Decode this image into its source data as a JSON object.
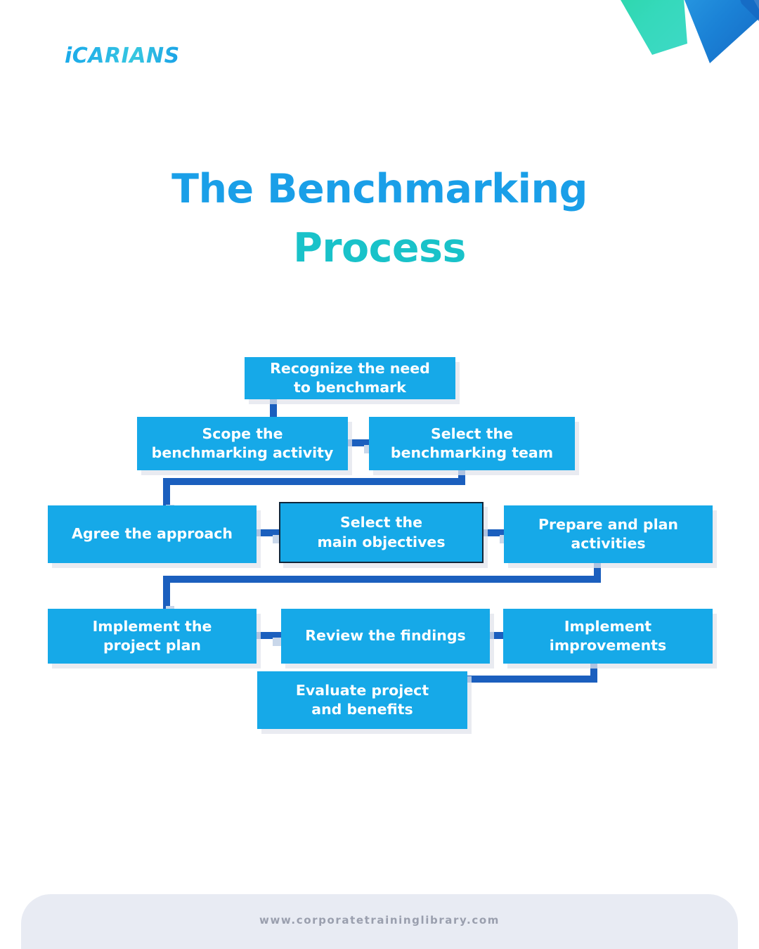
{
  "brand": {
    "logo_text": "iCARIANS",
    "logo_color": "#1aa3e8"
  },
  "decoration": {
    "chevron_green": "#2fd3a5",
    "chevron_teal": "#36d6c0",
    "chevron_blue": "#1b82d6",
    "chevron_blue_dark": "#1569c4"
  },
  "title": {
    "line1": "The Benchmarking",
    "line2": "Process",
    "line1_color": "#1a9fe8",
    "line2_color": "#19c2c9"
  },
  "diagram": {
    "node_color": "#16a9e8",
    "connector_color": "#1b5fbe",
    "selected_border_color": "#10263a",
    "nodes": [
      {
        "id": "recognize-need",
        "label": "Recognize the need\nto benchmark",
        "selected": false
      },
      {
        "id": "scope-activity",
        "label": "Scope the\nbenchmarking activity",
        "selected": false
      },
      {
        "id": "select-team",
        "label": "Select the\nbenchmarking team",
        "selected": false
      },
      {
        "id": "agree-approach",
        "label": "Agree the approach",
        "selected": false
      },
      {
        "id": "select-main-objectives",
        "label": "Select the\nmain objectives",
        "selected": true
      },
      {
        "id": "prepare-plan",
        "label": "Prepare and plan\nactivities",
        "selected": false
      },
      {
        "id": "implement-project-plan",
        "label": "Implement the\nproject plan",
        "selected": false
      },
      {
        "id": "review-findings",
        "label": "Review the findings",
        "selected": false
      },
      {
        "id": "implement-improvements",
        "label": "Implement\nimprovements",
        "selected": false
      },
      {
        "id": "evaluate-project",
        "label": "Evaluate project\nand benefits",
        "selected": false
      }
    ]
  },
  "footer": {
    "website": "www.corporatetraininglibrary.com",
    "band_color": "#e8ebf3",
    "text_color": "#9a9fae"
  }
}
